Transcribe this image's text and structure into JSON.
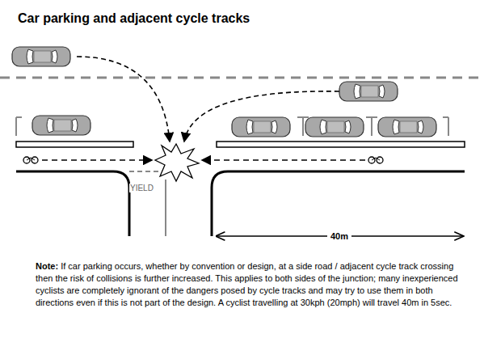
{
  "diagram": {
    "title": "Car parking and adjacent cycle tracks",
    "labels": [
      "YIELD",
      "40m",
      "Note:",
      "If car parking occurs, whether by convention or design, at a side road / adjacent cycle track crossing then the risk of collisions is further increased.  This applies to both sides of the junction; many inexperienced cyclists are completely ignorant of the dangers posed by cycle tracks and may try to use them in both directions even if this is not part of the design.  A cyclist travelling at 30kph (20mph) will travel 40m in 5sec."
    ]
  }
}
